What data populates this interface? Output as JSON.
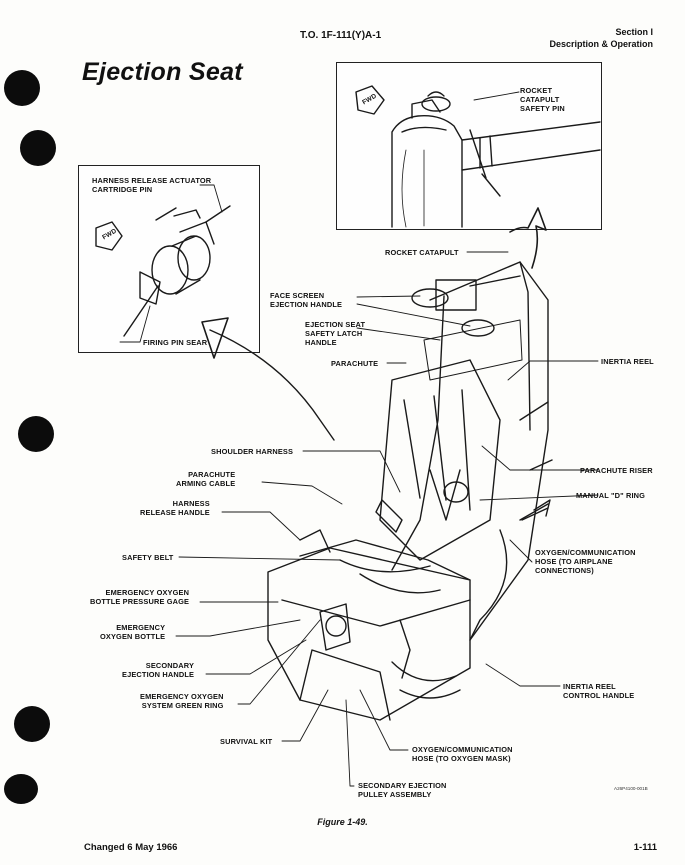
{
  "header": {
    "doc_id": "T.O. 1F-111(Y)A-1",
    "section": "Section I",
    "section_title": "Description & Operation"
  },
  "page_title": "Ejection Seat",
  "inset_right": {
    "fwd": "FWD",
    "label": [
      "ROCKET",
      "CATAPULT",
      "SAFETY PIN"
    ]
  },
  "inset_left": {
    "fwd": "FWD",
    "label_top": [
      "HARNESS RELEASE ACTUATOR",
      "CARTRIDGE PIN"
    ],
    "label_bottom": "FIRING PIN SEAR"
  },
  "callouts": {
    "rocket_catapult": "ROCKET CATAPULT",
    "face_screen": [
      "FACE SCREEN",
      "EJECTION HANDLE"
    ],
    "safety_latch": [
      "EJECTION SEAT",
      "SAFETY LATCH",
      "HANDLE"
    ],
    "parachute": "PARACHUTE",
    "inertia_reel": "INERTIA REEL",
    "shoulder_harness": "SHOULDER HARNESS",
    "parachute_arming": [
      "PARACHUTE",
      "ARMING CABLE"
    ],
    "harness_release": [
      "HARNESS",
      "RELEASE HANDLE"
    ],
    "parachute_riser": "PARACHUTE RISER",
    "manual_d_ring": "MANUAL \"D\" RING",
    "safety_belt": "SAFETY BELT",
    "oxygen_hose_airplane": [
      "OXYGEN/COMMUNICATION",
      "HOSE (TO AIRPLANE",
      "CONNECTIONS)"
    ],
    "emergency_gage": [
      "EMERGENCY OXYGEN",
      "BOTTLE PRESSURE GAGE"
    ],
    "emergency_bottle": [
      "EMERGENCY",
      "OXYGEN BOTTLE"
    ],
    "secondary_handle": [
      "SECONDARY",
      "EJECTION HANDLE"
    ],
    "green_ring": [
      "EMERGENCY OXYGEN",
      "SYSTEM GREEN RING"
    ],
    "inertia_reel_control": [
      "INERTIA REEL",
      "CONTROL HANDLE"
    ],
    "survival_kit": "SURVIVAL KIT",
    "oxygen_hose_mask": [
      "OXYGEN/COMMUNICATION",
      "HOSE (TO OXYGEN MASK)"
    ],
    "pulley_assembly": [
      "SECONDARY EJECTION",
      "PULLEY ASSEMBLY"
    ]
  },
  "figure_code": "A26P4100-001B",
  "caption": "Figure 1-49.",
  "footer": {
    "changed": "Changed 6 May 1966",
    "page": "1-111"
  }
}
